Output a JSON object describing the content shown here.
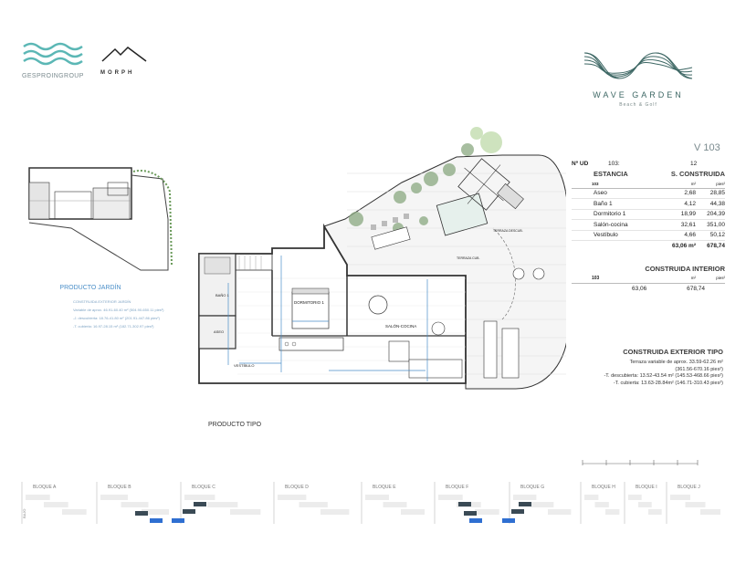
{
  "brands": {
    "group_name": "GESPROINGROUP",
    "morph_name": "MORPH",
    "wave_title": "WAVE GARDEN",
    "wave_subtitle": "Beach & Golf",
    "wave_color": "#3d6764"
  },
  "unit": {
    "code": "V 103",
    "nud_label": "Nº UD",
    "nud_value": "103:",
    "nud_count": "12"
  },
  "table": {
    "col_estancia": "ESTANCIA",
    "col_construida": "S. CONSTRUIDA",
    "unit_m2": "m²",
    "unit_pies": "pies²",
    "row_id": "103",
    "rows": [
      {
        "name": "Aseo",
        "m2": "2,68",
        "pies": "28,85"
      },
      {
        "name": "Baño 1",
        "m2": "4,12",
        "pies": "44,38"
      },
      {
        "name": "Dormitorio 1",
        "m2": "18,99",
        "pies": "204,39"
      },
      {
        "name": "Salón-cocina",
        "m2": "32,61",
        "pies": "351,00"
      },
      {
        "name": "Vestíbulo",
        "m2": "4,66",
        "pies": "50,12"
      }
    ],
    "total_m2": "63,06 m²",
    "total_pies": "678,74",
    "interior_title": "CONSTRUIDA INTERIOR",
    "interior_id": "103",
    "interior_m2": "63,06",
    "interior_pies": "678,74"
  },
  "exterior": {
    "title": "CONSTRUIDA EXTERIOR TIPO",
    "line1": "Terraza variable de aprox. 33.59-62.26 m²",
    "line2": "(361.56-670.16 pies²)",
    "line3": "-T. descubierta: 13.52-43.54 m² (145.53-468.66 pies²)",
    "line4": "-T. cubierta: 13.63-28.84m² (146.71-310.43 pies²)"
  },
  "plan_labels": {
    "dormitorio": "DORMITORIO 1",
    "salon": "SALÓN-COCINA",
    "bano": "BAÑO 1",
    "aseo": "ASEO",
    "vestibulo": "VESTÍBULO",
    "terraza_desc": "TERRAZA DESCUB.",
    "terraza_cub": "TERRAZA CUB."
  },
  "captions": {
    "producto_jardin": "PRODUCTO JARDÍN",
    "jardin_sub": "CONSTRUIDA EXTERIOR JARDÍN",
    "jardin_l1": "Variable de aprox. 46.91-60.40 m² (504.90-650.11 pies²)",
    "jardin_l2": "-J. descubierta: 18.76-41.80 m² (201.91-447.86 pies²)",
    "jardin_l3": "-T. cubierta: 16.97-28.15 m² (182.71-302.97 pies²)",
    "producto_tipo": "PRODUCTO TIPO"
  },
  "bloques": [
    "BLOQUE A",
    "BLOQUE B",
    "BLOQUE C",
    "BLOQUE D",
    "BLOQUE E",
    "BLOQUE F",
    "BLOQUE G",
    "BLOQUE H",
    "BLOQUE I",
    "BLOQUE J"
  ],
  "colors": {
    "accent_blue": "#4a8ec8",
    "highlight_blue": "#2f6fd1",
    "dark_unit": "#3a4a55"
  }
}
